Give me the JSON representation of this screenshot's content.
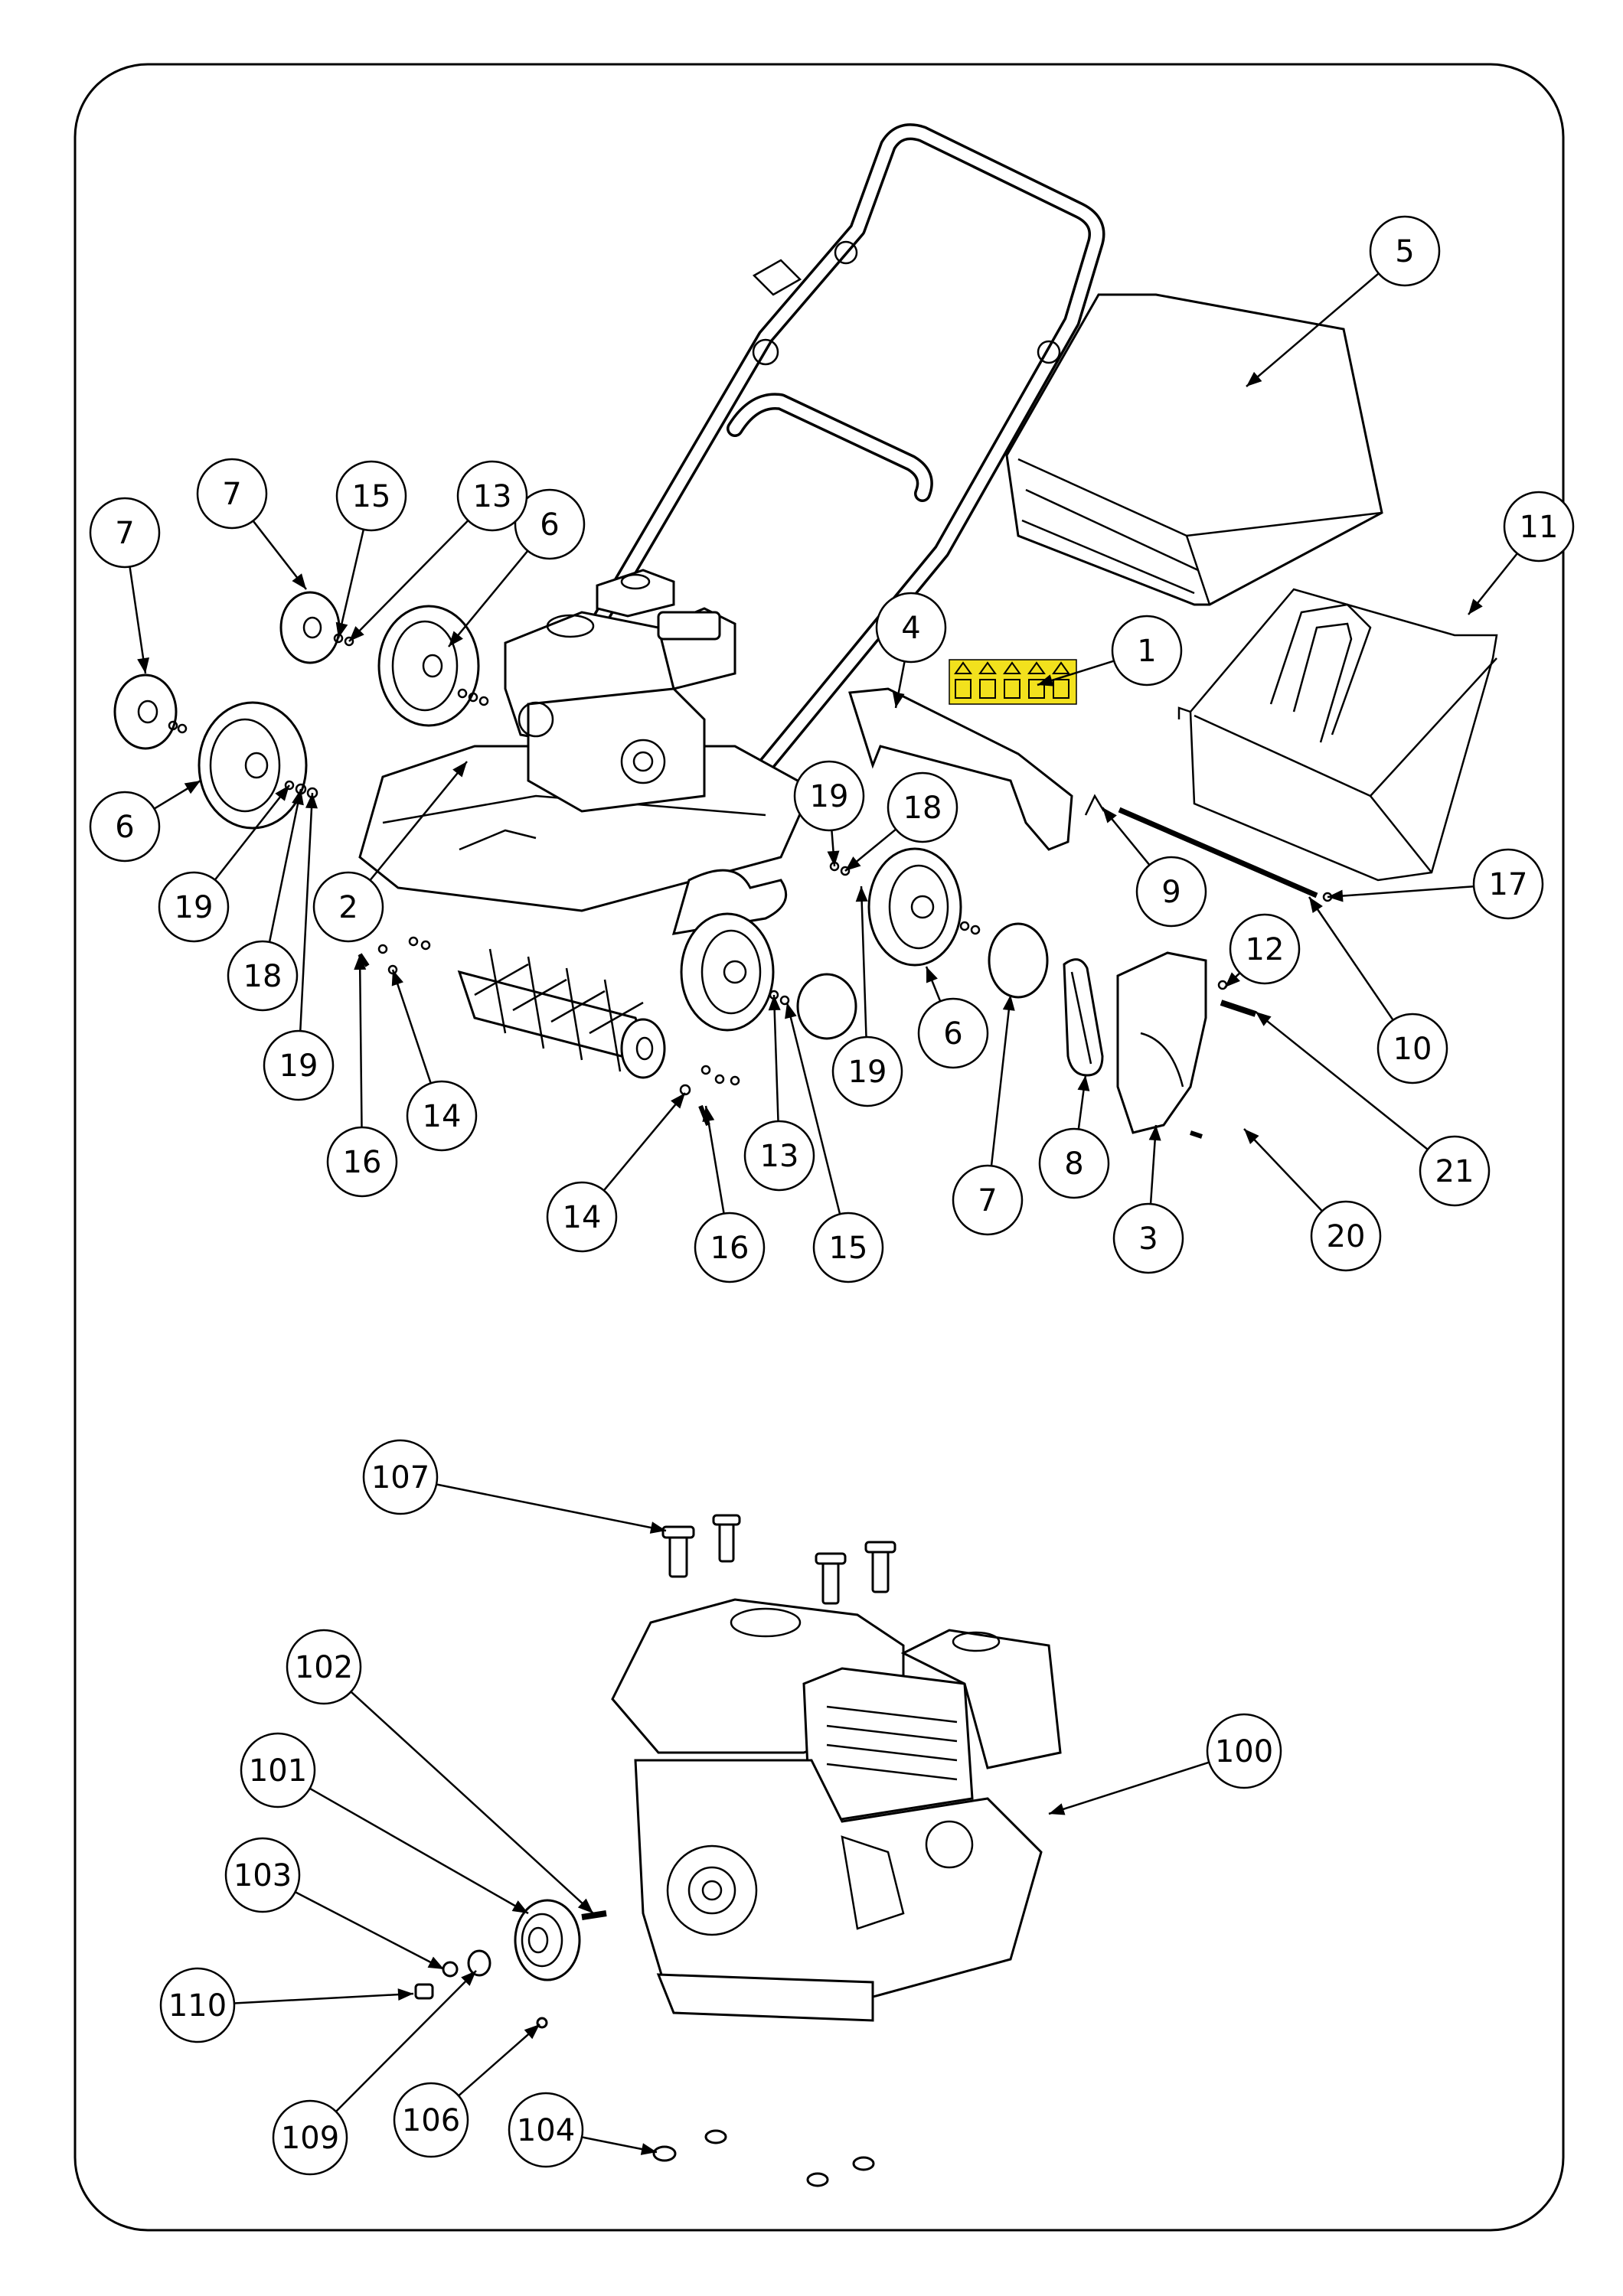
{
  "diagram": {
    "type": "exploded-parts-view",
    "accent_colors": {
      "line": "#000000",
      "warning_label": "#f2e11d"
    },
    "callouts": [
      {
        "label": "1",
        "part": "warning-label"
      },
      {
        "label": "2",
        "part": "deck-screw"
      },
      {
        "label": "3",
        "part": "belt-cover"
      },
      {
        "label": "4",
        "part": "rear-flap"
      },
      {
        "label": "5",
        "part": "grass-bag"
      },
      {
        "label": "6",
        "part": "wheel"
      },
      {
        "label": "7",
        "part": "hub-cap"
      },
      {
        "label": "8",
        "part": "drive-belt"
      },
      {
        "label": "9",
        "part": "torsion-spring"
      },
      {
        "label": "10",
        "part": "flap-rod"
      },
      {
        "label": "11",
        "part": "bag-frame"
      },
      {
        "label": "12",
        "part": "washer"
      },
      {
        "label": "13",
        "part": "washer"
      },
      {
        "label": "14",
        "part": "washer"
      },
      {
        "label": "15",
        "part": "nut"
      },
      {
        "label": "16",
        "part": "bolt"
      },
      {
        "label": "17",
        "part": "clip"
      },
      {
        "label": "18",
        "part": "spacer"
      },
      {
        "label": "19",
        "part": "washer"
      },
      {
        "label": "20",
        "part": "screw"
      },
      {
        "label": "21",
        "part": "bolt"
      },
      {
        "label": "100",
        "part": "engine"
      },
      {
        "label": "101",
        "part": "engine-pulley"
      },
      {
        "label": "102",
        "part": "key"
      },
      {
        "label": "103",
        "part": "washer"
      },
      {
        "label": "104",
        "part": "flange-nut"
      },
      {
        "label": "106",
        "part": "small-part"
      },
      {
        "label": "107",
        "part": "flange-bolt"
      },
      {
        "label": "109",
        "part": "washer"
      },
      {
        "label": "110",
        "part": "bolt"
      }
    ]
  }
}
